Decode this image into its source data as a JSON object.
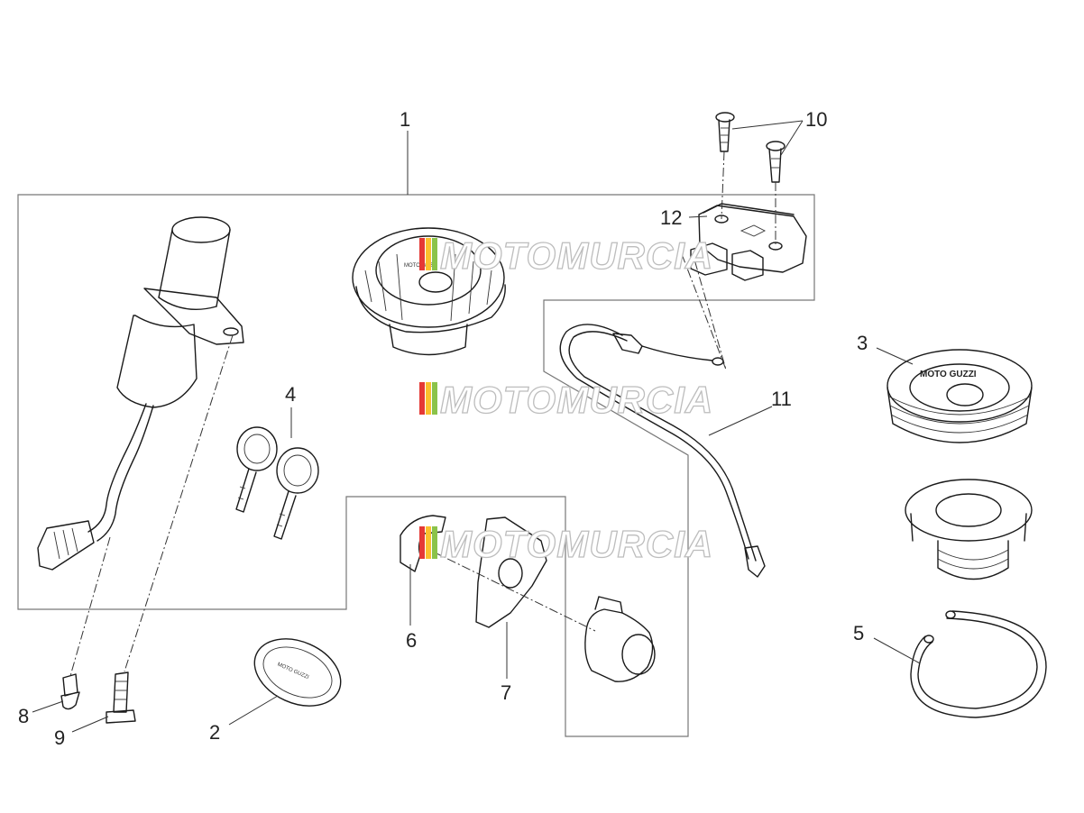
{
  "watermark": {
    "text": "MOTOMURCIA",
    "stripe_colors": [
      "#e53935",
      "#fbc02d",
      "#8bc34a"
    ]
  },
  "callouts": [
    {
      "id": "c1",
      "label": "1"
    },
    {
      "id": "c2",
      "label": "2"
    },
    {
      "id": "c3",
      "label": "3"
    },
    {
      "id": "c4",
      "label": "4"
    },
    {
      "id": "c5",
      "label": "5"
    },
    {
      "id": "c6",
      "label": "6"
    },
    {
      "id": "c7",
      "label": "7"
    },
    {
      "id": "c8",
      "label": "8"
    },
    {
      "id": "c9",
      "label": "9"
    },
    {
      "id": "c10",
      "label": "10"
    },
    {
      "id": "c11",
      "label": "11"
    },
    {
      "id": "c12",
      "label": "12"
    }
  ],
  "fuel_cap": {
    "brand_text": "MOTO GUZZI"
  },
  "emblem": {
    "brand_text": "MOTO GUZZI"
  }
}
